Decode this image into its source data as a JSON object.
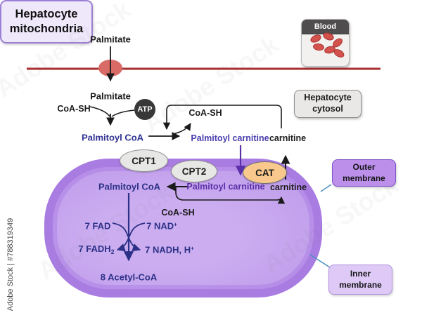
{
  "watermark": {
    "stock_label": "Adobe Stock | #788319349",
    "ghost": "Adobe Stock"
  },
  "blood": {
    "title": "Blood"
  },
  "cytosol": {
    "box_line1": "Hepatocyte",
    "box_line2": "cytosol",
    "palmitate_blood": "Palmitate",
    "palmitate": "Palmitate",
    "coa_sh": "CoA-SH",
    "atp": "ATP",
    "palmitoyl_coa": "Palmitoyl CoA",
    "coa_sh_released": "CoA-SH",
    "palmitoyl_carnitine": "Palmitoyl carnitine",
    "carnitine": "carnitine"
  },
  "enzymes": {
    "cpt1": "CPT1",
    "cpt2": "CPT2",
    "cat": "CAT"
  },
  "matrix": {
    "palmitoyl_coa": "Palmitoyl CoA",
    "palmitoyl_carnitine": "Palmitoyl carnitine",
    "carnitine": "carnitine",
    "coa_sh": "CoA-SH",
    "fad": "7 FAD",
    "nad_base": "7 NAD",
    "nad_sup": "+",
    "fadh_base": "7 FADH",
    "fadh_sub": "2",
    "nadh_base": "7 NADH, H",
    "nadh_sup": "+",
    "acetyl_coa": "8 Acetyl-CoA"
  },
  "callouts": {
    "outer_line1": "Outer",
    "outer_line2": "membrane",
    "mito_line1": "Hepatocyte",
    "mito_line2": "mitochondria",
    "inner_line1": "Inner",
    "inner_line2": "membrane"
  },
  "colors": {
    "membrane_red": "#aa2e2e",
    "transporter_red": "#d96a66",
    "cytosol_blue": "#2e3192",
    "carnitine_violet": "#4a3fae",
    "matrix_purple": "#5b2fa8",
    "matrix_navy": "#2c3187",
    "mito_membrane": "#a97ce2",
    "mito_matrix": "#c6a5ee",
    "cat_orange": "#f8c88c",
    "callout_purple": "#bb8fea",
    "connector_blue": "#4a8fc0"
  }
}
